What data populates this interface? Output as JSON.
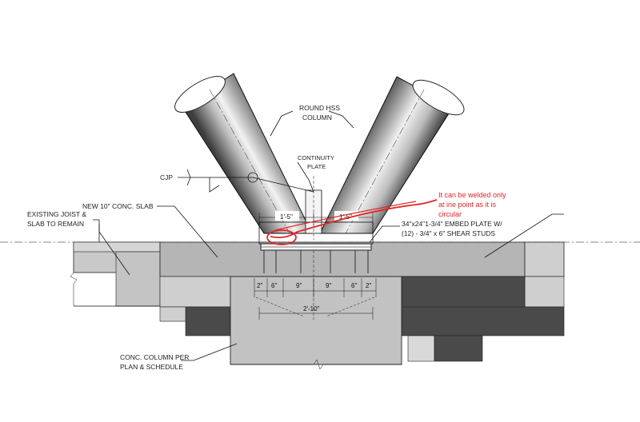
{
  "labels": {
    "round_hss_line1": "ROUND HSS",
    "round_hss_line2": "COLUMN",
    "continuity_line1": "CONTINUITY",
    "continuity_line2": "PLATE",
    "cjp": "CJP",
    "new_slab": "NEW 10\" CONC. SLAB",
    "existing_line1": "EXISTING JOIST &",
    "existing_line2": "SLAB TO REMAIN",
    "embed_line1": "34\"x24\"1-3/4\" EMBED PLATE W/",
    "embed_line2": "(12) - 3/4\" x 6\" SHEAR STUDS",
    "conc_col_line1": "CONC. COLUMN PER",
    "conc_col_line2": "PLAN & SCHEDULE"
  },
  "dimensions": {
    "left_top": "1'-5\"",
    "right_top": "1'-5\"",
    "d1": "2\"",
    "d2": "6\"",
    "d3": "9\"",
    "d4": "9\"",
    "d5": "6\"",
    "d6": "2\"",
    "overall": "2'-10\""
  },
  "annotation": {
    "line1": "It can be welded only",
    "line2": "at ine point as it is",
    "line3": "circular"
  },
  "colors": {
    "slab": "#b3b3b3",
    "light_gray": "#cfcfcf",
    "dark_gray": "#4a4a4a",
    "red": "#e0262a"
  }
}
